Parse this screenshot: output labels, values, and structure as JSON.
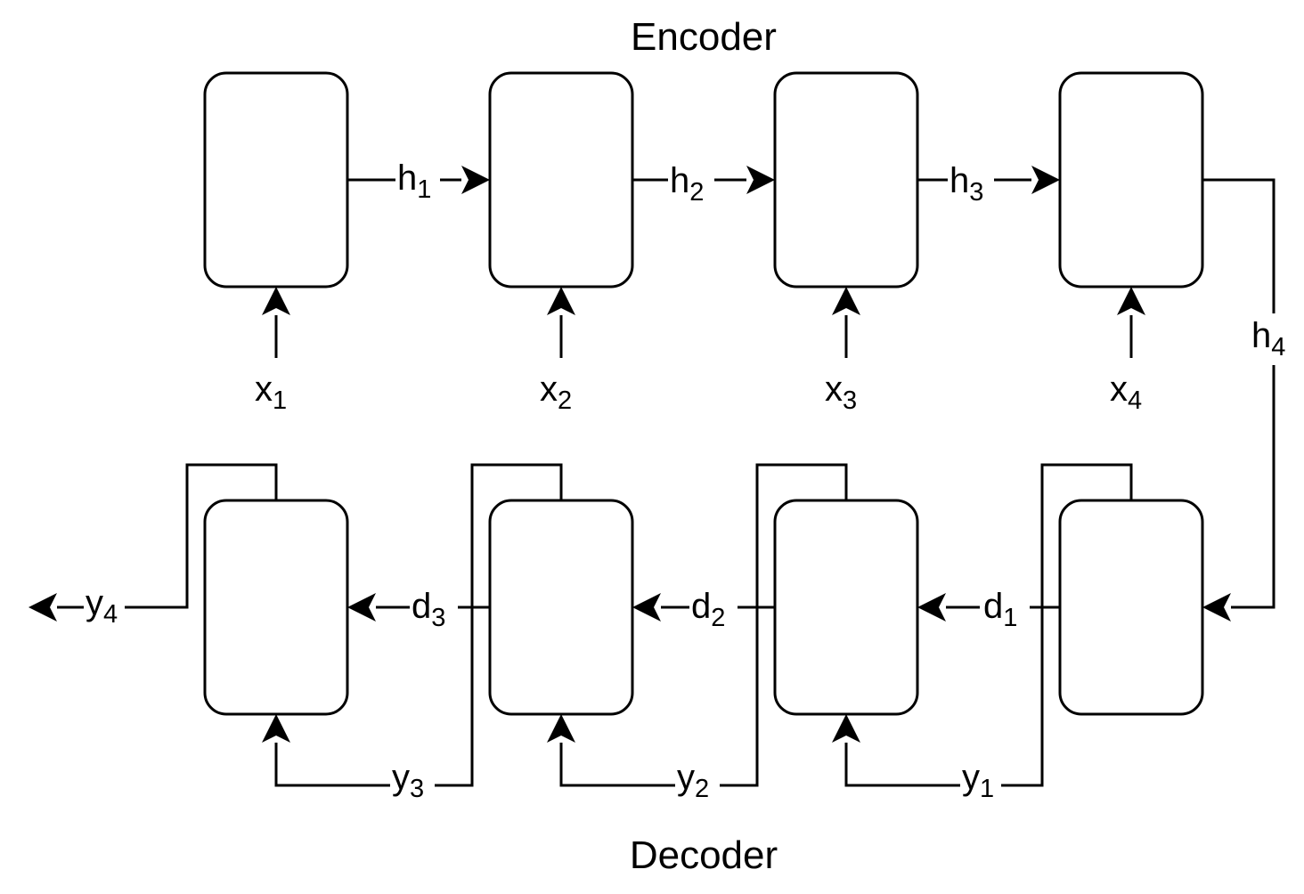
{
  "encoder": {
    "title": "Encoder",
    "inputs": [
      {
        "base": "x",
        "sub": "1"
      },
      {
        "base": "x",
        "sub": "2"
      },
      {
        "base": "x",
        "sub": "3"
      },
      {
        "base": "x",
        "sub": "4"
      }
    ],
    "hidden": [
      {
        "base": "h",
        "sub": "1"
      },
      {
        "base": "h",
        "sub": "2"
      },
      {
        "base": "h",
        "sub": "3"
      },
      {
        "base": "h",
        "sub": "4"
      }
    ]
  },
  "decoder": {
    "title": "Decoder",
    "states": [
      {
        "base": "d",
        "sub": "1"
      },
      {
        "base": "d",
        "sub": "2"
      },
      {
        "base": "d",
        "sub": "3"
      }
    ],
    "outputs": [
      {
        "base": "y",
        "sub": "1"
      },
      {
        "base": "y",
        "sub": "2"
      },
      {
        "base": "y",
        "sub": "3"
      },
      {
        "base": "y",
        "sub": "4"
      }
    ]
  }
}
